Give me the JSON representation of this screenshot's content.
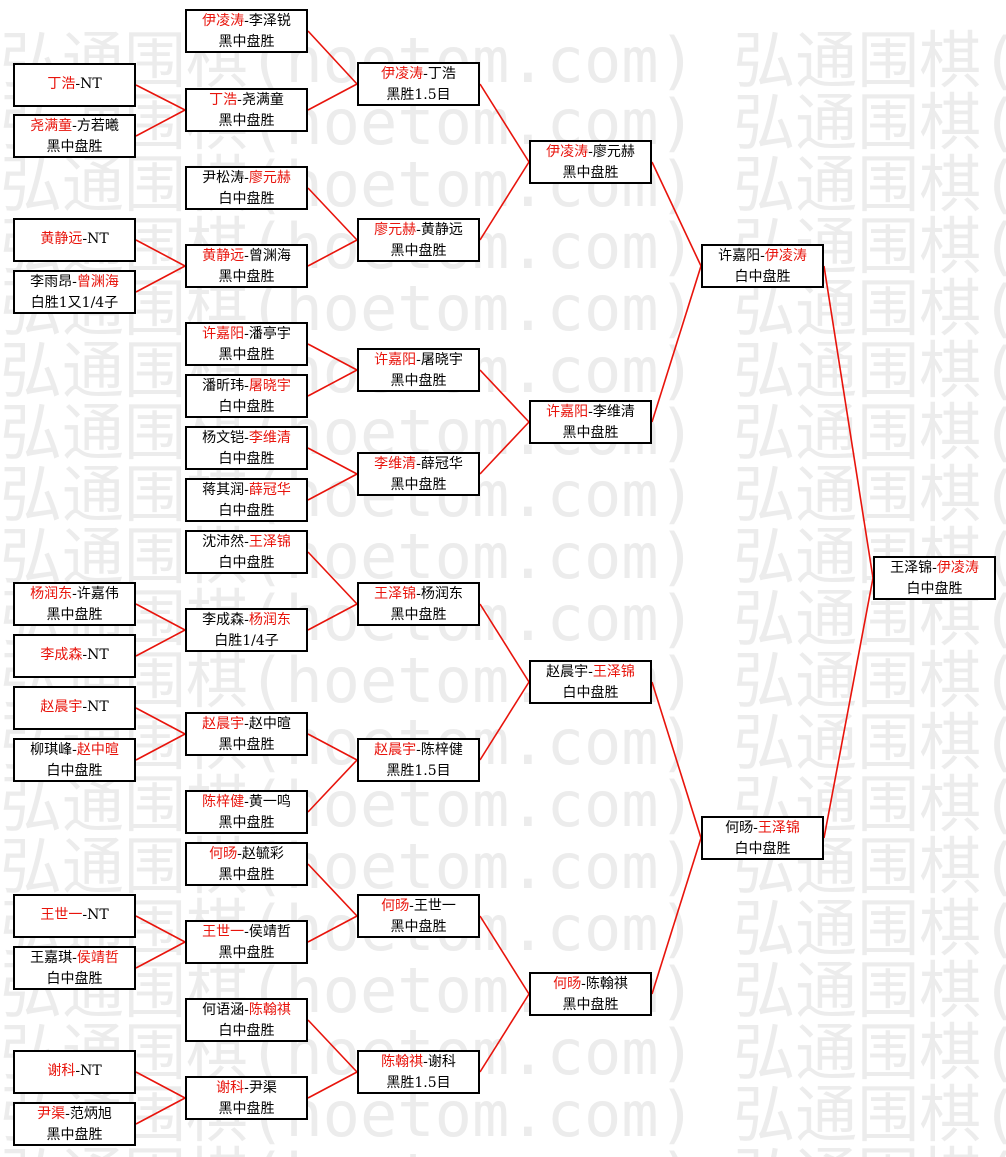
{
  "watermark": "弘通围棋(hoetom.com) 弘通围棋(hoetom.com)",
  "colors": {
    "winner_text": "#e8140c",
    "bracket_line": "#e8140c",
    "border": "#000000"
  },
  "matches": [
    {
      "id": "m1",
      "p1": "伊凌涛",
      "p2": "李泽锐",
      "winner": 1,
      "result": "黑中盘胜"
    },
    {
      "id": "m2",
      "p1": "丁浩",
      "p2": "NT",
      "winner": 1,
      "result": ""
    },
    {
      "id": "m3",
      "p1": "尧满童",
      "p2": "方若曦",
      "winner": 1,
      "result": "黑中盘胜"
    },
    {
      "id": "m4",
      "p1": "丁浩",
      "p2": "尧满童",
      "winner": 1,
      "result": "黑中盘胜"
    },
    {
      "id": "m5",
      "p1": "伊凌涛",
      "p2": "丁浩",
      "winner": 1,
      "result": "黑胜1.5目"
    },
    {
      "id": "m6",
      "p1": "尹松涛",
      "p2": "廖元赫",
      "winner": 2,
      "result": "白中盘胜"
    },
    {
      "id": "m7",
      "p1": "黄静远",
      "p2": "NT",
      "winner": 1,
      "result": ""
    },
    {
      "id": "m8",
      "p1": "李雨昂",
      "p2": "曾渊海",
      "winner": 2,
      "result": "白胜1又1/4子"
    },
    {
      "id": "m9",
      "p1": "黄静远",
      "p2": "曾渊海",
      "winner": 1,
      "result": "黑中盘胜"
    },
    {
      "id": "m10",
      "p1": "廖元赫",
      "p2": "黄静远",
      "winner": 1,
      "result": "黑中盘胜"
    },
    {
      "id": "m11",
      "p1": "伊凌涛",
      "p2": "廖元赫",
      "winner": 1,
      "result": "黑中盘胜"
    },
    {
      "id": "m12",
      "p1": "许嘉阳",
      "p2": "潘亭宇",
      "winner": 1,
      "result": "黑中盘胜"
    },
    {
      "id": "m13",
      "p1": "潘昕玮",
      "p2": "屠晓宇",
      "winner": 2,
      "result": "白中盘胜"
    },
    {
      "id": "m14",
      "p1": "杨文铠",
      "p2": "李维清",
      "winner": 2,
      "result": "白中盘胜"
    },
    {
      "id": "m15",
      "p1": "蒋其润",
      "p2": "薛冠华",
      "winner": 2,
      "result": "白中盘胜"
    },
    {
      "id": "m16",
      "p1": "许嘉阳",
      "p2": "屠晓宇",
      "winner": 1,
      "result": "黑中盘胜"
    },
    {
      "id": "m17",
      "p1": "李维清",
      "p2": "薛冠华",
      "winner": 1,
      "result": "黑中盘胜"
    },
    {
      "id": "m18",
      "p1": "许嘉阳",
      "p2": "李维清",
      "winner": 1,
      "result": "黑中盘胜"
    },
    {
      "id": "m19",
      "p1": "许嘉阳",
      "p2": "伊凌涛",
      "winner": 2,
      "result": "白中盘胜"
    },
    {
      "id": "m20",
      "p1": "沈沛然",
      "p2": "王泽锦",
      "winner": 2,
      "result": "白中盘胜"
    },
    {
      "id": "m21",
      "p1": "杨润东",
      "p2": "许嘉伟",
      "winner": 1,
      "result": "黑中盘胜"
    },
    {
      "id": "m22",
      "p1": "李成森",
      "p2": "NT",
      "winner": 1,
      "result": ""
    },
    {
      "id": "m23",
      "p1": "李成森",
      "p2": "杨润东",
      "winner": 2,
      "result": "白胜1/4子"
    },
    {
      "id": "m24",
      "p1": "王泽锦",
      "p2": "杨润东",
      "winner": 1,
      "result": "黑中盘胜"
    },
    {
      "id": "m25",
      "p1": "赵晨宇",
      "p2": "NT",
      "winner": 1,
      "result": ""
    },
    {
      "id": "m26",
      "p1": "柳琪峰",
      "p2": "赵中暄",
      "winner": 2,
      "result": "白中盘胜"
    },
    {
      "id": "m27",
      "p1": "赵晨宇",
      "p2": "赵中暄",
      "winner": 1,
      "result": "黑中盘胜"
    },
    {
      "id": "m28",
      "p1": "陈梓健",
      "p2": "黄一鸣",
      "winner": 1,
      "result": "黑中盘胜"
    },
    {
      "id": "m29",
      "p1": "赵晨宇",
      "p2": "陈梓健",
      "winner": 1,
      "result": "黑胜1.5目"
    },
    {
      "id": "m30",
      "p1": "赵晨宇",
      "p2": "王泽锦",
      "winner": 2,
      "result": "白中盘胜"
    },
    {
      "id": "m31",
      "p1": "何旸",
      "p2": "赵毓彩",
      "winner": 1,
      "result": "黑中盘胜"
    },
    {
      "id": "m32",
      "p1": "王世一",
      "p2": "NT",
      "winner": 1,
      "result": ""
    },
    {
      "id": "m33",
      "p1": "王嘉琪",
      "p2": "侯靖哲",
      "winner": 2,
      "result": "白中盘胜"
    },
    {
      "id": "m34",
      "p1": "王世一",
      "p2": "侯靖哲",
      "winner": 1,
      "result": "黑中盘胜"
    },
    {
      "id": "m35",
      "p1": "何旸",
      "p2": "王世一",
      "winner": 1,
      "result": "黑中盘胜"
    },
    {
      "id": "m36",
      "p1": "何语涵",
      "p2": "陈翰祺",
      "winner": 2,
      "result": "白中盘胜"
    },
    {
      "id": "m37",
      "p1": "谢科",
      "p2": "NT",
      "winner": 1,
      "result": ""
    },
    {
      "id": "m38",
      "p1": "尹渠",
      "p2": "范炳旭",
      "winner": 1,
      "result": "黑中盘胜"
    },
    {
      "id": "m39",
      "p1": "谢科",
      "p2": "尹渠",
      "winner": 1,
      "result": "黑中盘胜"
    },
    {
      "id": "m40",
      "p1": "陈翰祺",
      "p2": "谢科",
      "winner": 1,
      "result": "黑胜1.5目"
    },
    {
      "id": "m41",
      "p1": "何旸",
      "p2": "陈翰祺",
      "winner": 1,
      "result": "黑中盘胜"
    },
    {
      "id": "m42",
      "p1": "何旸",
      "p2": "王泽锦",
      "winner": 2,
      "result": "白中盘胜"
    },
    {
      "id": "m43",
      "p1": "王泽锦",
      "p2": "伊凌涛",
      "winner": 2,
      "result": "白中盘胜"
    }
  ]
}
